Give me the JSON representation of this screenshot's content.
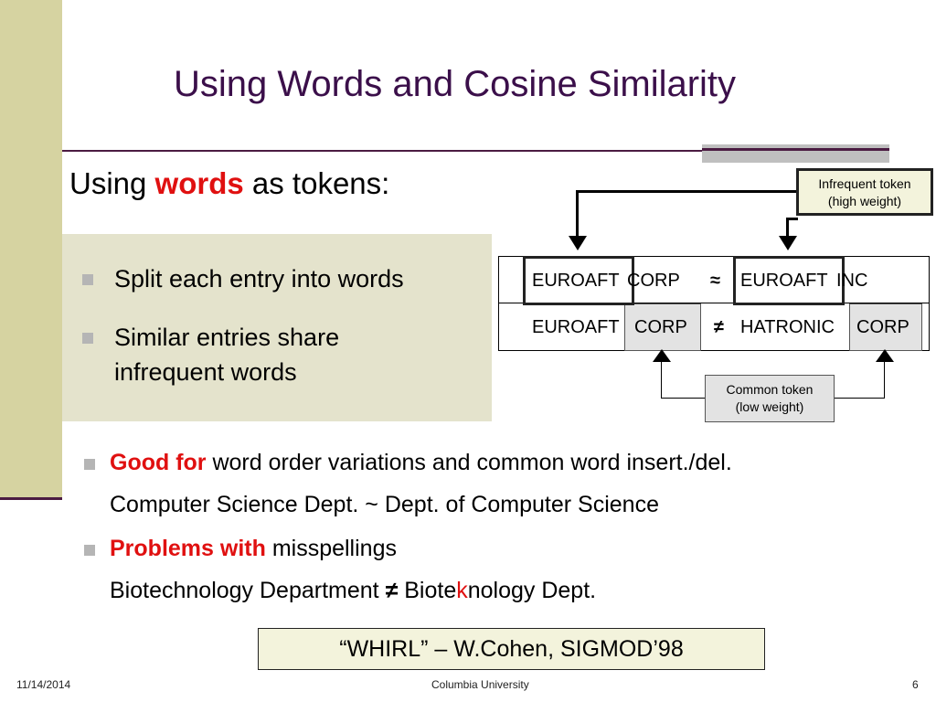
{
  "slide": {
    "title": "Using Words and Cosine Similarity",
    "subhead": {
      "prefix": "Using ",
      "highlight": "words",
      "suffix": " as tokens:"
    },
    "box_bullets": [
      {
        "line1": "Split each entry into words"
      },
      {
        "line1": "Similar entries share",
        "line2": "infrequent words"
      }
    ],
    "table": {
      "row1": {
        "left_token": "EUROAFT",
        "left_rest": " CORP",
        "op": "≈",
        "right_token": "EUROAFT",
        "right_rest": " INC"
      },
      "row2": {
        "left_token": "EUROAFT",
        "left_common": "CORP",
        "op": "≠",
        "right_token": "HATRONIC",
        "right_common": "CORP"
      }
    },
    "callouts": {
      "infrequent": {
        "line1": "Infrequent token",
        "line2": "(high weight)"
      },
      "common": {
        "line1": "Common token",
        "line2": "(low weight)"
      }
    },
    "lower_bullets": [
      {
        "highlight": "Good for",
        "rest": " word order variations and common word insert./del.",
        "example": "Computer Science Dept. ~ Dept. of Computer Science"
      },
      {
        "highlight": "Problems with",
        "rest": " misspellings",
        "example_a": "Biotechnology Department ",
        "example_neq": "≠",
        "example_b": " Biote",
        "example_k": "k",
        "example_c": "nology Dept."
      }
    ],
    "citation": "“WHIRL” – W.Cohen, SIGMOD’98",
    "footer": {
      "date": "11/14/2014",
      "org": "Columbia University",
      "page": "6"
    }
  }
}
